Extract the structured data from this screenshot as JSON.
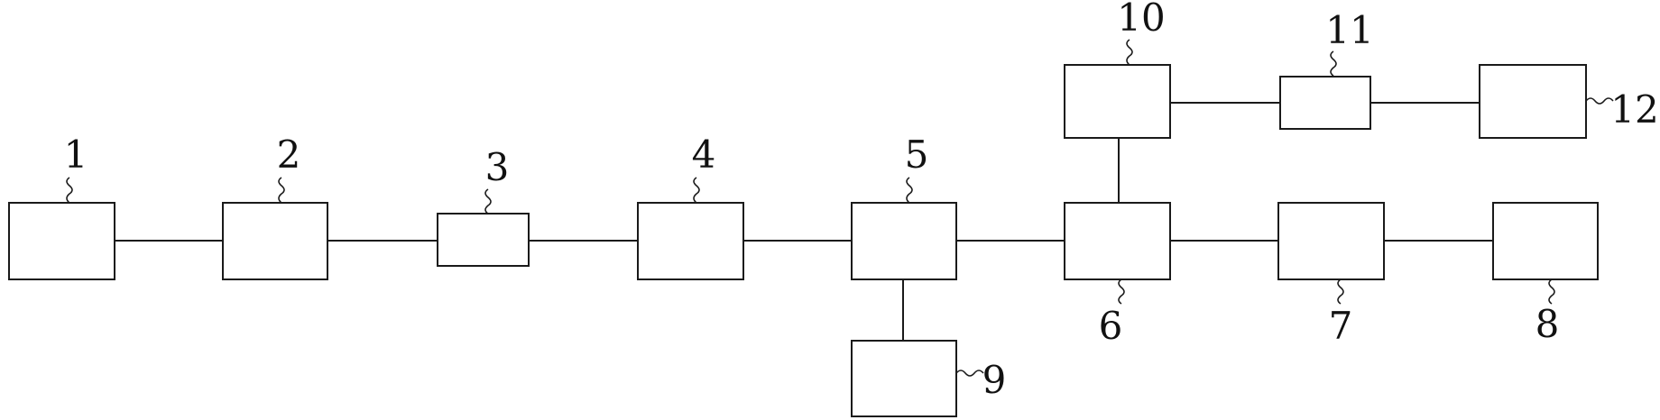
{
  "diagram": {
    "stroke_color": "#1a1a1a",
    "background_color": "#ffffff",
    "blocks": [
      {
        "id": "b1",
        "label": "1"
      },
      {
        "id": "b2",
        "label": "2"
      },
      {
        "id": "b3",
        "label": "3"
      },
      {
        "id": "b4",
        "label": "4"
      },
      {
        "id": "b5",
        "label": "5"
      },
      {
        "id": "b6",
        "label": "6"
      },
      {
        "id": "b7",
        "label": "7"
      },
      {
        "id": "b8",
        "label": "8"
      },
      {
        "id": "b9",
        "label": "9"
      },
      {
        "id": "b10",
        "label": "10"
      },
      {
        "id": "b11",
        "label": "11"
      },
      {
        "id": "b12",
        "label": "12"
      }
    ],
    "connections": [
      {
        "from": "1",
        "to": "2"
      },
      {
        "from": "2",
        "to": "3"
      },
      {
        "from": "3",
        "to": "4"
      },
      {
        "from": "4",
        "to": "5"
      },
      {
        "from": "5",
        "to": "6"
      },
      {
        "from": "6",
        "to": "7"
      },
      {
        "from": "7",
        "to": "8"
      },
      {
        "from": "5",
        "to": "9"
      },
      {
        "from": "6",
        "to": "10"
      },
      {
        "from": "10",
        "to": "11"
      },
      {
        "from": "11",
        "to": "12"
      }
    ]
  }
}
